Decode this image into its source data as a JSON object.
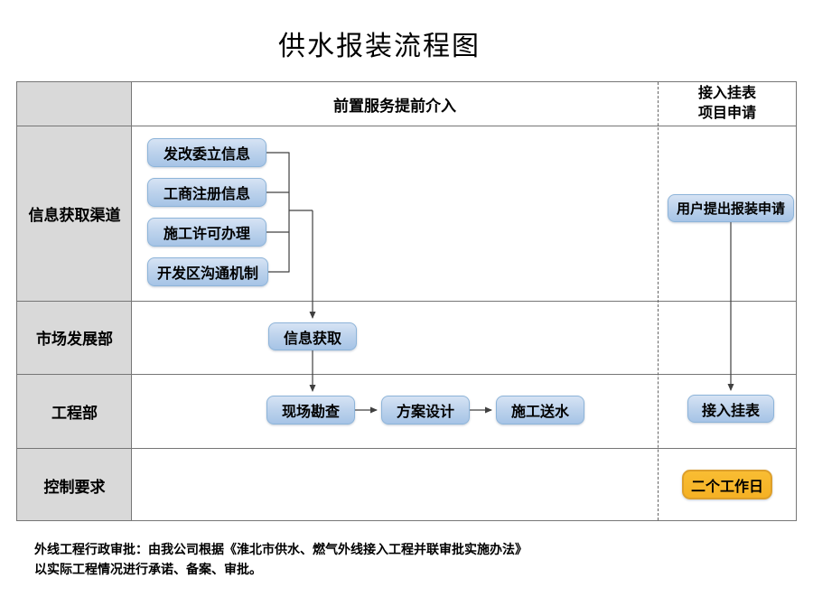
{
  "title": "供水报装流程图",
  "header": {
    "middle": "前置服务提前介入",
    "right_line1": "接入挂表",
    "right_line2": "项目申请"
  },
  "lanes": {
    "row1": "信息获取渠道",
    "row2": "市场发展部",
    "row3": "工程部",
    "row4": "控制要求"
  },
  "nodes": {
    "source1": "发改委立信息",
    "source2": "工商注册信息",
    "source3": "施工许可办理",
    "source4": "开发区沟通机制",
    "user_apply": "用户提出报装申请",
    "info_acquire": "信息获取",
    "site_survey": "现场勘查",
    "scheme_design": "方案设计",
    "construction_water": "施工送水",
    "meter_install": "接入挂表",
    "duration": "二个工作日"
  },
  "footnote": {
    "line1": "外线工程行政审批：由我公司根据《淮北市供水、燃气外线接入工程并联审批实施办法》",
    "line2": "以实际工程情况进行承诺、备案、审批。"
  },
  "colors": {
    "node_fill_top": "#d6e3f4",
    "node_fill_bottom": "#a6c4e6",
    "node_border": "#8db4d9",
    "accent_fill": "#f5b124",
    "accent_border": "#dd9f2b",
    "lane_fill": "#d9d9d9",
    "grid_line": "#767676",
    "connector": "#404040"
  }
}
